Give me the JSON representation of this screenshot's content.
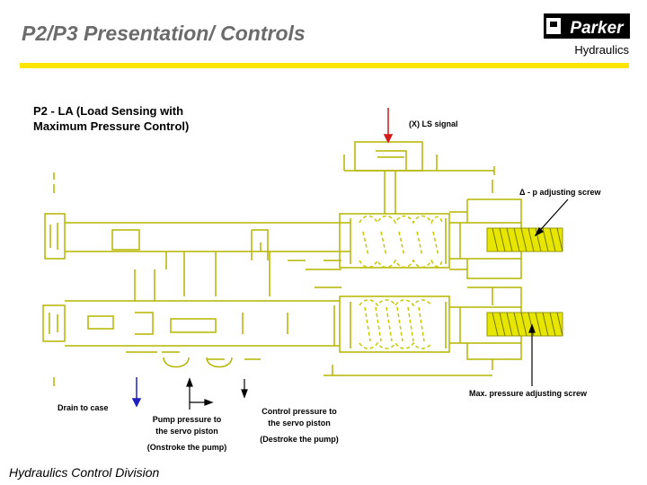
{
  "slide": {
    "title": "P2/P3 Presentation/ Controls",
    "footer": "Hydraulics Control Division"
  },
  "logo": {
    "brand": "Parker",
    "division": "Hydraulics"
  },
  "diagram": {
    "subtitle_line1": "P2 - LA (Load Sensing with",
    "subtitle_line2": "Maximum Pressure Control)",
    "labels": {
      "ls_signal": "(X) LS signal",
      "dp_screw_symbol": "Δ",
      "dp_screw": " - p adjusting screw",
      "max_pressure_screw": "Max. pressure adjusting screw",
      "drain": "Drain to case",
      "pump_line1": "Pump pressure to",
      "pump_line2": "the servo piston",
      "pump_line3": "(Onstroke the pump)",
      "control_line1": "Control pressure to",
      "control_line2": "the servo piston",
      "control_line3": "(Destroke the pump)"
    },
    "colors": {
      "outline": "#b5b500",
      "spring": "#d6d600",
      "ls_arrow": "#d11a1a",
      "drain_arrow": "#2020c0",
      "accent": "#ffe600"
    }
  }
}
